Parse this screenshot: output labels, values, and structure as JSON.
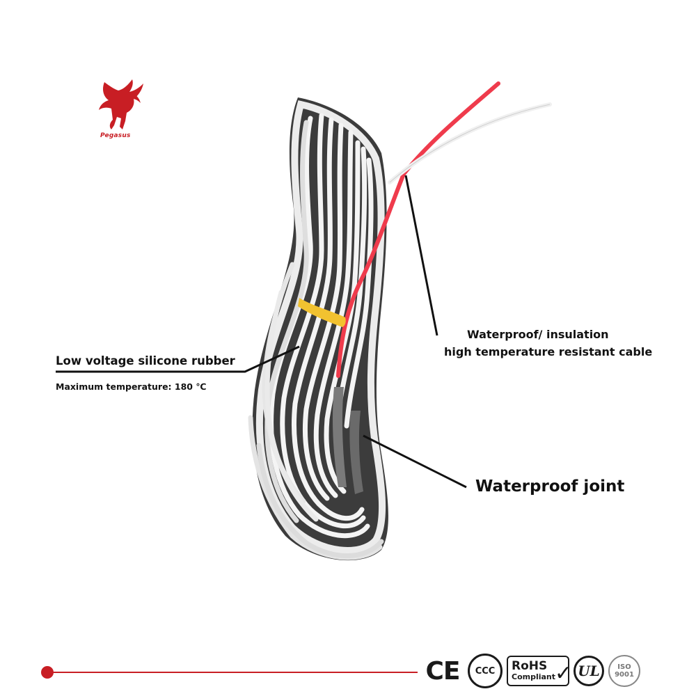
{
  "brand": {
    "name": "Pegasus",
    "color": "#c81e24",
    "icon": "pegasus-icon"
  },
  "annotations": {
    "low_voltage": "Low voltage silicone rubber",
    "max_temp": "Maximum temperature: 180 ℃",
    "waterproof_line1": "Waterproof/ insulation",
    "waterproof_line2": "high temperature resistant cable",
    "waterproof_joint": "Waterproof joint"
  },
  "certifications": {
    "ce": "CE",
    "ccc": "CCC",
    "rohs": "RoHS",
    "rohs_sub": "Compliant",
    "ul": "UL",
    "iso": "ISO",
    "iso_num": "9001"
  },
  "colors": {
    "accent": "#c81e24",
    "cable": "#f5f5f5",
    "red_wire": "#ef3b4c",
    "band": "#f2c230",
    "joint": "#7a7a7a",
    "pointer": "#111111"
  }
}
